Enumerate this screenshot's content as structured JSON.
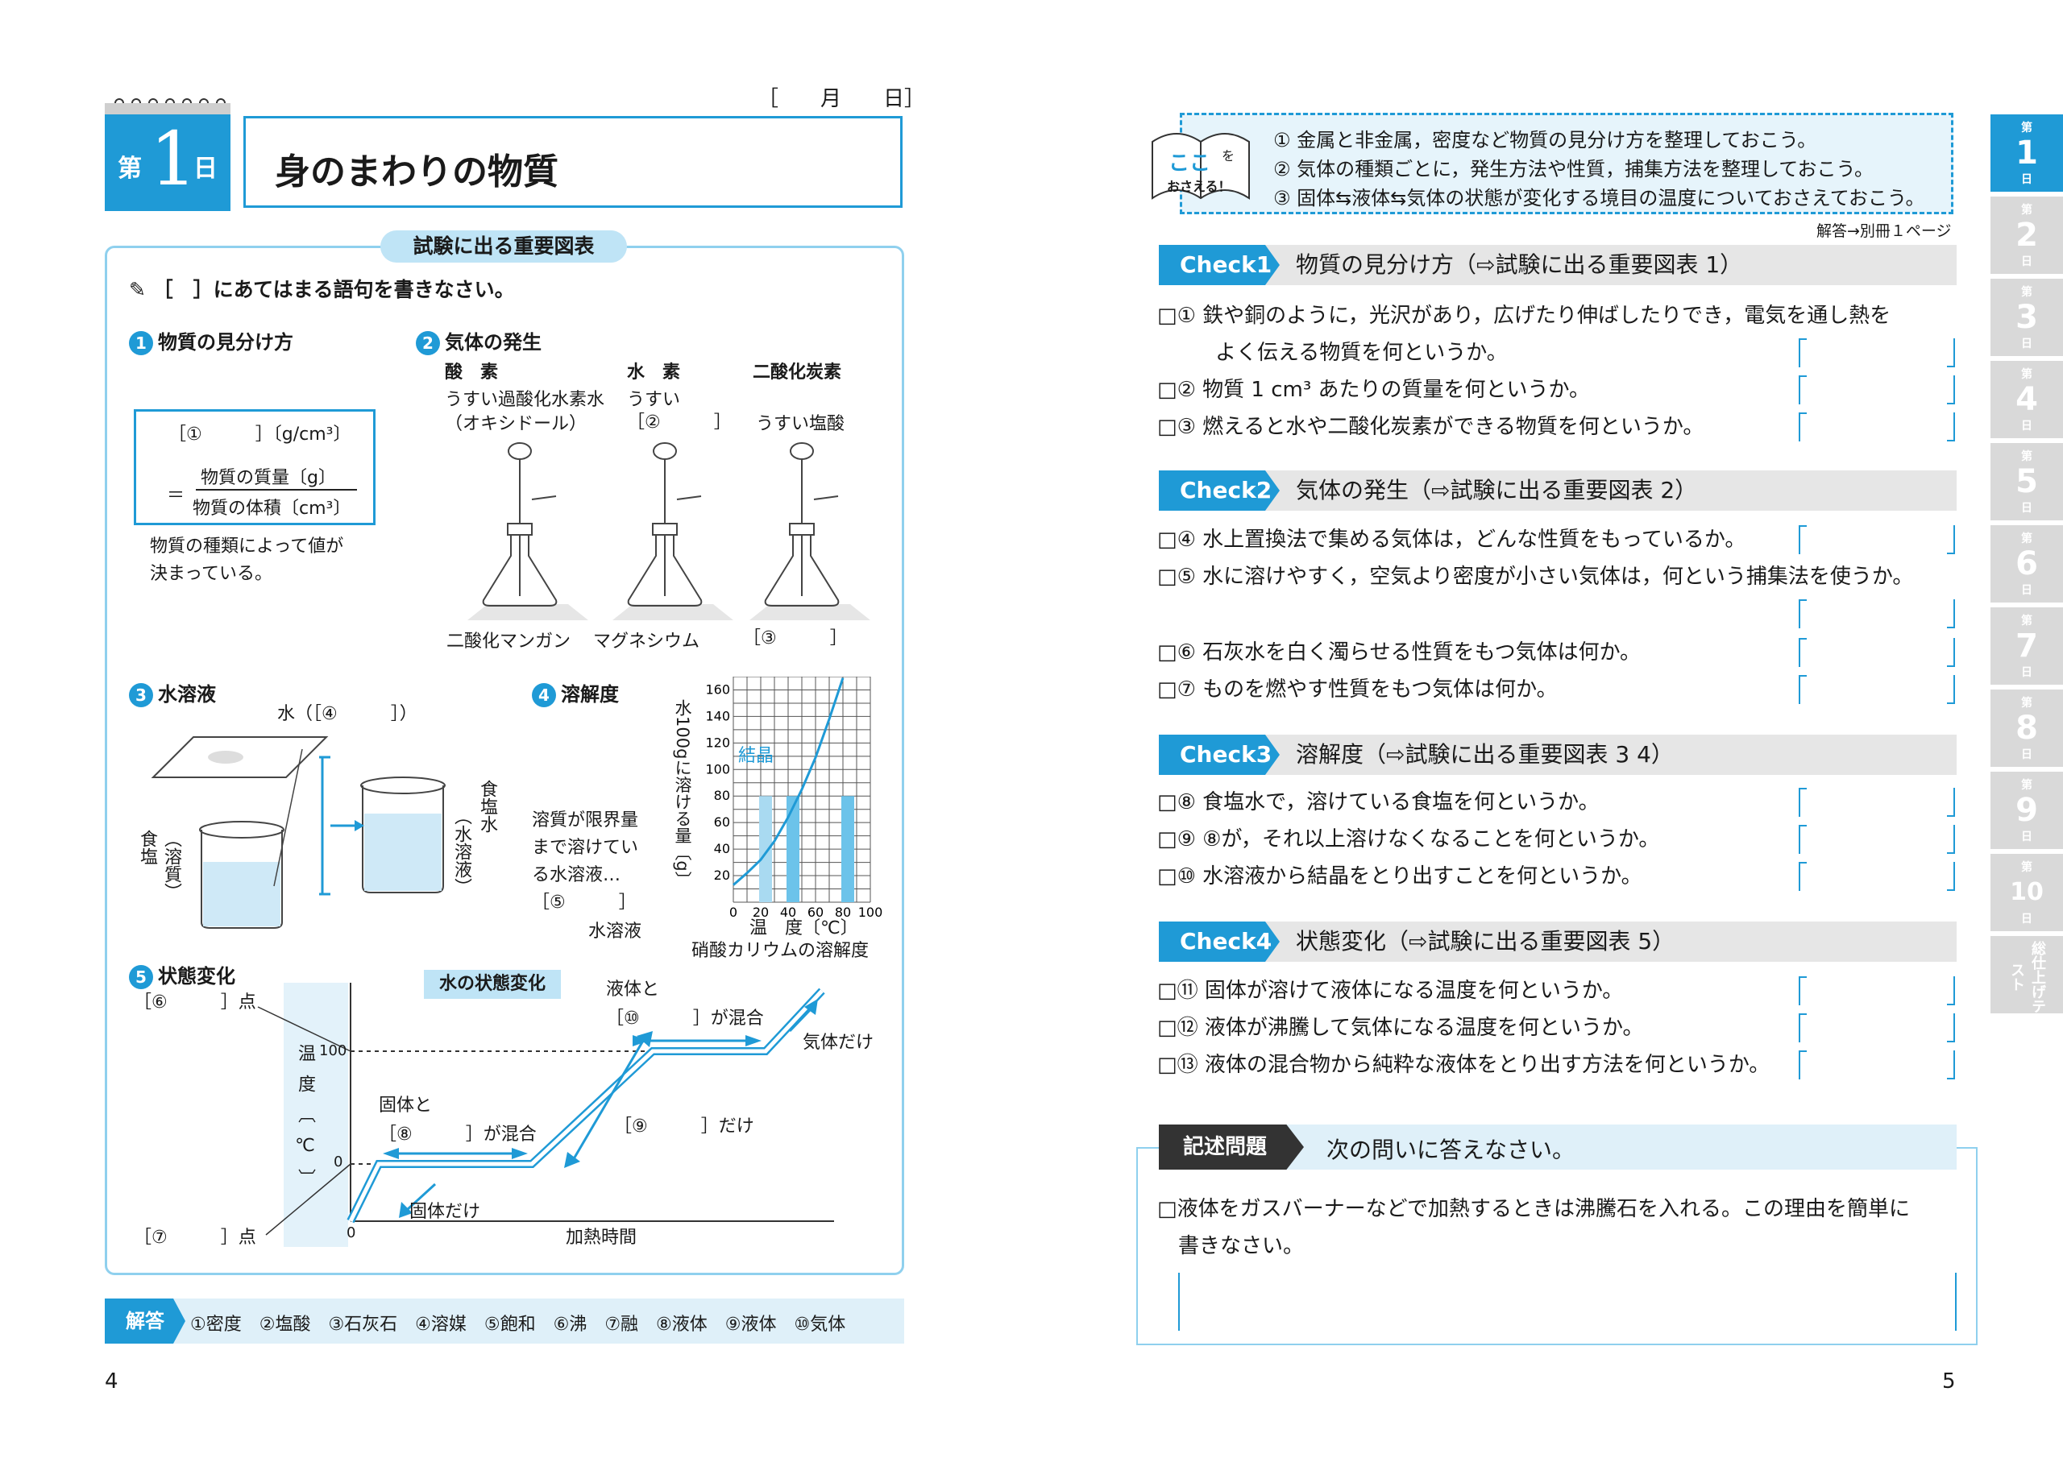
{
  "left": {
    "date_label": "［　　月　　日］",
    "day_prefix": "第",
    "day_num": "1",
    "day_suffix": "日",
    "title": "身のまわりの物質",
    "badge": "試験に出る重要図表",
    "instruction": "［　］にあてはまる語句を書きなさい。",
    "s1": {
      "num": "1",
      "title": "物質の見分け方",
      "blank": "［①　　　］〔g/cm³〕",
      "eq_num": "物質の質量〔g〕",
      "eq_den": "物質の体積〔cm³〕",
      "eq_sign": "＝",
      "note1": "物質の種類によって値が",
      "note2": "決まっている。"
    },
    "s2": {
      "num": "2",
      "title": "気体の発生",
      "gases": [
        "酸　素",
        "水　素",
        "二酸化炭素"
      ],
      "liquids": [
        "うすい過酸化水素水",
        "（オキシドール）",
        "うすい",
        "［②　　　］",
        "うすい塩酸"
      ],
      "solids": [
        "二酸化マンガン",
        "マグネシウム",
        "［③　　　］"
      ]
    },
    "s3": {
      "num": "3",
      "title": "水溶液",
      "water": "水（［④　　　］）",
      "salt1": "食塩",
      "salt2": "（溶質）",
      "sw1": "食塩水",
      "sw2": "（水溶液）"
    },
    "s4": {
      "num": "4",
      "title": "溶解度",
      "ylabel": "水100gに溶ける量〔g〕",
      "crystal": "結晶",
      "desc": [
        "溶質が限界量",
        "まで溶けてい",
        "る水溶液…"
      ],
      "blank5": "［⑤　　　］",
      "blank5b": "水溶液",
      "xlabel": "温　度〔℃〕",
      "caption": "硝酸カリウムの溶解度"
    },
    "s5": {
      "num": "5",
      "title": "状態変化",
      "badge": "水の状態変化",
      "b6": "［⑥　　　］点",
      "b7": "［⑦　　　］点",
      "y100": "100",
      "y0": "0",
      "x0": "0",
      "ylabel": "温度〔℃〕",
      "xlabel": "加熱時間",
      "liquid_and": "液体と",
      "b10": "［⑩　　　］が混合",
      "gas_only": "気体だけ",
      "solid_and": "固体と",
      "b8": "［⑧　　　］が混合",
      "b9": "［⑨　　　］だけ",
      "solid_only": "固体だけ"
    },
    "answers_label": "解答",
    "answers": "①密度　②塩酸　③石灰石　④溶媒　⑤飽和　⑥沸　⑦融　⑧液体　⑨液体　⑩気体",
    "page_num": "4"
  },
  "chart_data": {
    "type": "line",
    "title": "",
    "caption": "硝酸カリウムの溶解度",
    "xlabel": "温　度〔℃〕",
    "ylabel": "水100gに溶ける量〔g〕",
    "x_ticks": [
      "0",
      "20",
      "40",
      "60",
      "80",
      "100"
    ],
    "y_ticks": [
      "20",
      "40",
      "60",
      "80",
      "100",
      "120",
      "140",
      "160"
    ],
    "xlim": [
      0,
      100
    ],
    "ylim": [
      0,
      170
    ],
    "series": [
      {
        "x": [
          0,
          10,
          20,
          30,
          40,
          50,
          60,
          70,
          80
        ],
        "y": [
          13,
          22,
          32,
          46,
          64,
          85,
          109,
          138,
          169
        ]
      }
    ],
    "bars_x": [
      20,
      40,
      80
    ],
    "bars_y": [
      80,
      80,
      80
    ]
  },
  "right": {
    "koko1": "ここ",
    "koko2": "を",
    "koko3": "おさえる！",
    "points": [
      "① 金属と非金属，密度など物質の見分け方を整理しておこう。",
      "② 気体の種類ごとに，発生方法や性質，捕集方法を整理しておこう。",
      "③ 固体⇆液体⇆気体の状態が変化する境目の温度についておさえておこう。"
    ],
    "answer_ref": "解答→別冊１ページ",
    "checks": [
      {
        "tag": "Check1",
        "title": "物質の見分け方（⇨試験に出る重要図表 1）"
      },
      {
        "tag": "Check2",
        "title": "気体の発生（⇨試験に出る重要図表 2）"
      },
      {
        "tag": "Check3",
        "title": "溶解度（⇨試験に出る重要図表 3 4）"
      },
      {
        "tag": "Check4",
        "title": "状態変化（⇨試験に出る重要図表 5）"
      }
    ],
    "questions": [
      "□① 鉄や銅のように，光沢があり，広げたり伸ばしたりでき，電気を通し熱を",
      "よく伝える物質を何というか。",
      "□② 物質 1 cm³ あたりの質量を何というか。",
      "□③ 燃えると水や二酸化炭素ができる物質を何というか。",
      "□④ 水上置換法で集める気体は，どんな性質をもっているか。",
      "□⑤ 水に溶けやすく，空気より密度が小さい気体は，何という捕集法を使うか。",
      "□⑥ 石灰水を白く濁らせる性質をもつ気体は何か。",
      "□⑦ ものを燃やす性質をもつ気体は何か。",
      "□⑧ 食塩水で，溶けている食塩を何というか。",
      "□⑨ ⑧が，それ以上溶けなくなることを何というか。",
      "□⑩ 水溶液から結晶をとり出すことを何というか。",
      "□⑪ 固体が溶けて液体になる温度を何というか。",
      "□⑫ 液体が沸騰して気体になる温度を何というか。",
      "□⑬ 液体の混合物から純粋な液体をとり出す方法を何というか。"
    ],
    "essay_tag": "記述問題",
    "essay_title": "次の問いに答えなさい。",
    "essay_q1": "□液体をガスバーナーなどで加熱するときは沸騰石を入れる。この理由を簡単に",
    "essay_q2": "書きなさい。",
    "page_num": "5",
    "tabs": [
      {
        "a": "第",
        "n": "1",
        "b": "日"
      },
      {
        "a": "第",
        "n": "2",
        "b": "日"
      },
      {
        "a": "第",
        "n": "3",
        "b": "日"
      },
      {
        "a": "第",
        "n": "4",
        "b": "日"
      },
      {
        "a": "第",
        "n": "5",
        "b": "日"
      },
      {
        "a": "第",
        "n": "6",
        "b": "日"
      },
      {
        "a": "第",
        "n": "7",
        "b": "日"
      },
      {
        "a": "第",
        "n": "8",
        "b": "日"
      },
      {
        "a": "第",
        "n": "9",
        "b": "日"
      },
      {
        "a": "第",
        "n": "10",
        "b": "日"
      }
    ],
    "last_tab": "総仕上げテスト"
  }
}
